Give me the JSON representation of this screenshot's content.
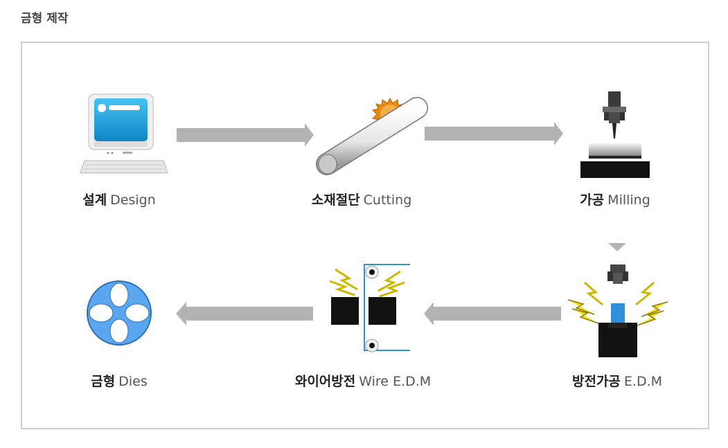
{
  "page": {
    "title": "금형 제작"
  },
  "steps": [
    {
      "ko": "설계",
      "en": "Design",
      "icon": "computer-icon"
    },
    {
      "ko": "소재절단",
      "en": "Cutting",
      "icon": "saw-cutting-icon"
    },
    {
      "ko": "가공",
      "en": "Milling",
      "icon": "milling-machine-icon"
    },
    {
      "ko": "방전가공",
      "en": "E.D.M",
      "icon": "edm-icon"
    },
    {
      "ko": "와이어방전",
      "en": "Wire E.D.M",
      "icon": "wire-edm-icon"
    },
    {
      "ko": "금형",
      "en": "Dies",
      "icon": "die-icon"
    }
  ],
  "colors": {
    "arrow": "#b3b3b3",
    "frame_border": "#cfcfcf",
    "screen_blue": "#1fa7e0",
    "saw_orange": "#e88a10",
    "spark_yellow": "#f2e200",
    "electrode_blue": "#2f8fd8",
    "die_blue": "#5aa6ef"
  }
}
